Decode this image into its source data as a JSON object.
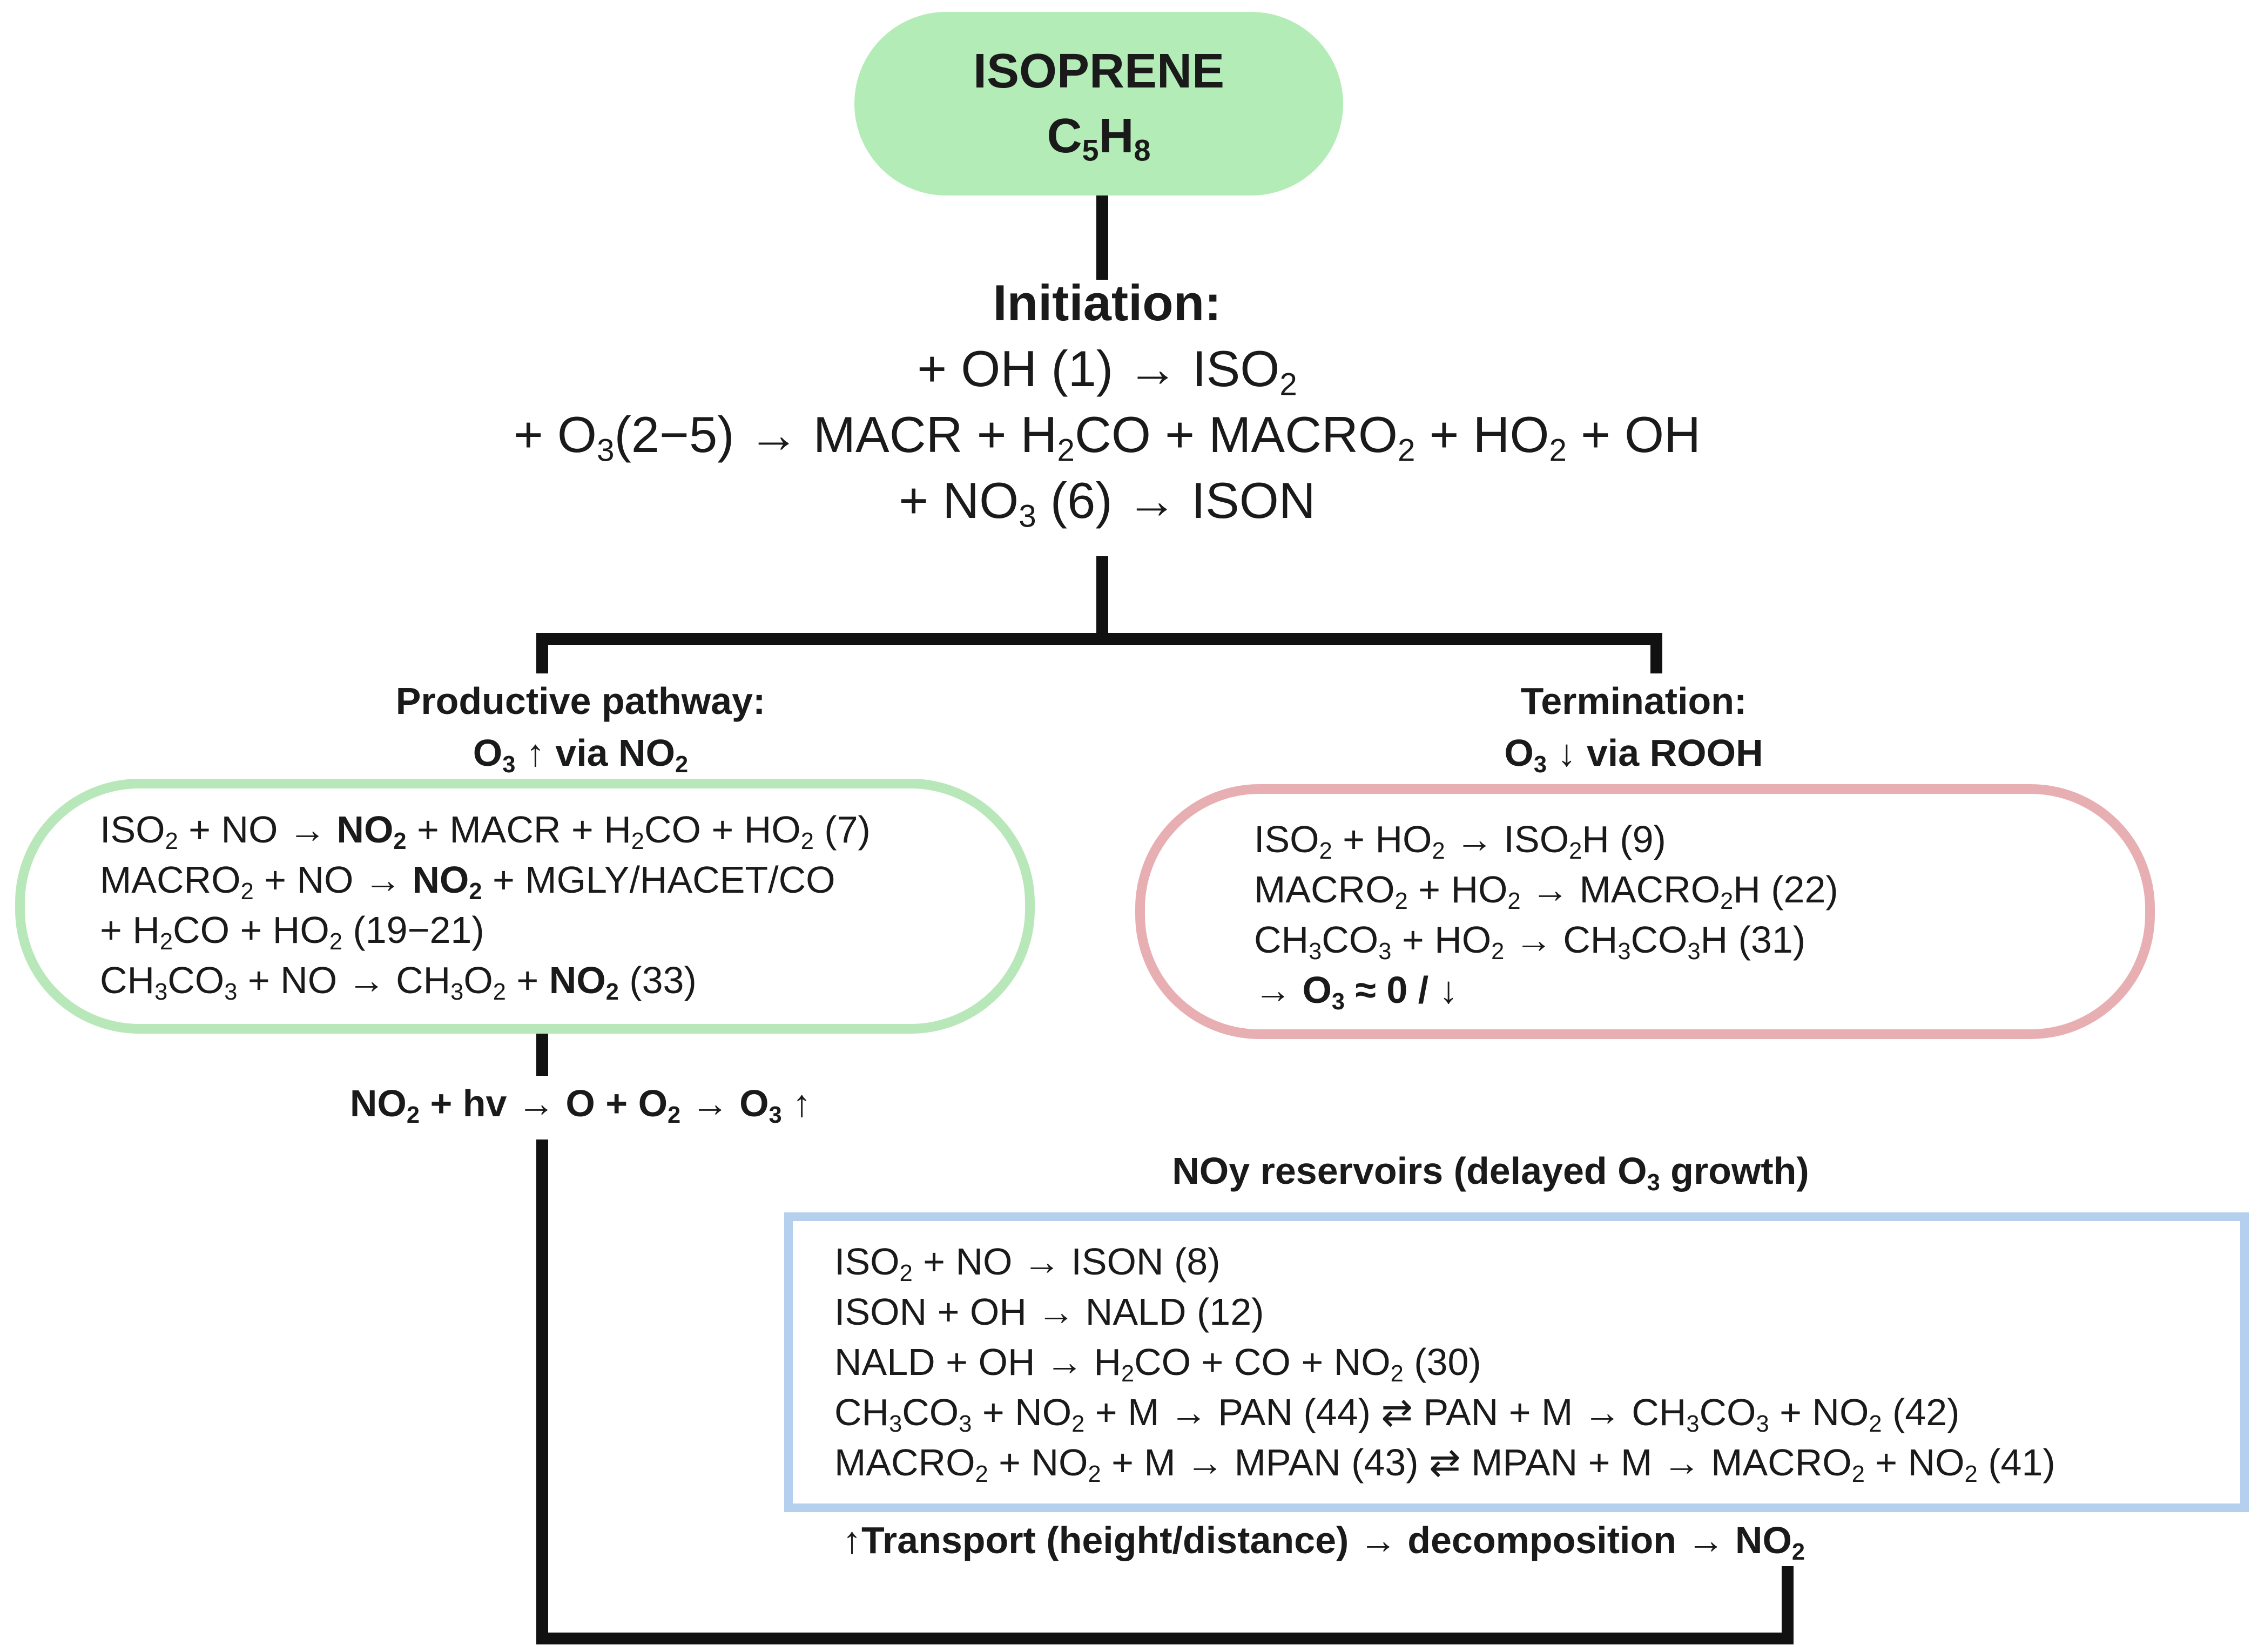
{
  "root": {
    "name": "ISOPRENE",
    "formula_c": "C",
    "formula_c_sub": "5",
    "formula_h": "H",
    "formula_h_sub": "8"
  },
  "initiation": {
    "header": "Initiation:",
    "line1": {
      "a": "+ OH  (1) → ISO",
      "s1": "2"
    },
    "line2": {
      "a": "+ O",
      "s1": "3",
      "b": "(2−5) → MACR + H",
      "s2": "2",
      "c": "CO + MACRO",
      "s3": "2",
      "d": " + HO",
      "s4": "2",
      "e": " + OH"
    },
    "line3": {
      "a": "+ NO",
      "s1": "3",
      "b": " (6) → ISON"
    }
  },
  "productive": {
    "title_line1": "Productive pathway:",
    "title_line2": {
      "a": "O",
      "s1": "3",
      "b": " ↑ via NO",
      "s2": "2"
    },
    "r1": {
      "a": "ISO",
      "s1": "2",
      "b": " + NO → ",
      "c": "NO",
      "s2": "2",
      "d": " + MACR + H",
      "s3": "2",
      "e": "CO + HO",
      "s4": "2",
      "f": "  (7)"
    },
    "r2": {
      "a": "MACRO",
      "s1": "2",
      "b": " + NO → ",
      "c": "NO",
      "s2": "2",
      "d": " + MGLY/HACET/CO"
    },
    "r3": {
      "a": "+ H",
      "s1": "2",
      "b": "CO + HO",
      "s2": "2",
      "c": " (19−21)"
    },
    "r4": {
      "a": "CH",
      "s1": "3",
      "b": "CO",
      "s2": "3",
      "c": " + NO → CH",
      "s3": "3",
      "d": "O",
      "s4": "2",
      "e": " + ",
      "f": "NO",
      "s5": "2",
      "g": "   (33)"
    }
  },
  "termination": {
    "title_line1": "Termination:",
    "title_line2": {
      "a": "O",
      "s1": "3",
      "b": " ↓ via ROOH"
    },
    "r1": {
      "a": "ISO",
      "s1": "2",
      "b": " + HO",
      "s2": "2",
      "c": " → ISO",
      "s3": "2",
      "d": "H    (9)"
    },
    "r2": {
      "a": "MACRO",
      "s1": "2",
      "b": " + HO",
      "s2": "2",
      "c": " → MACRO",
      "s3": "2",
      "d": "H  (22)"
    },
    "r3": {
      "a": "CH",
      "s1": "3",
      "b": "CO",
      "s2": "3",
      "c": " + HO",
      "s3": "2",
      "d": " → CH",
      "s4": "3",
      "e": "CO",
      "s5": "3",
      "f": "H    (31)"
    },
    "r4": {
      "a": "→ O",
      "s1": "3",
      "b": " ≈ 0 / ↓"
    }
  },
  "photolysis": {
    "a": "NO",
    "s1": "2",
    "b": " + hv → O + O",
    "s2": "2",
    "c": " → O",
    "s3": "3",
    "d": " ↑"
  },
  "noy": {
    "title": {
      "a": "NOy reservoirs (delayed O",
      "s1": "3",
      "b": " growth)"
    },
    "r1": {
      "a": "ISO",
      "s1": "2",
      "b": " + NO → ISON       (8)"
    },
    "r2": {
      "a": "ISON + OH → NALD    (12)"
    },
    "r3": {
      "a": "NALD + OH → H",
      "s1": "2",
      "b": "CO + CO + NO",
      "s2": "2",
      "c": "      (30)"
    },
    "r4": {
      "a": "CH",
      "s1": "3",
      "b": "CO",
      "s2": "3",
      "c": " + NO",
      "s3": "2",
      "d": " + M → PAN (44) ⇄ PAN + M → CH",
      "s4": "3",
      "e": "CO",
      "s5": "3",
      "f": " + NO",
      "s6": "2",
      "g": " (42)"
    },
    "r5": {
      "a": "MACRO",
      "s1": "2",
      "b": " + NO",
      "s2": "2",
      "c": " + M → MPAN   (43) ⇄ MPAN + M → MACRO",
      "s3": "2",
      "d": " + NO",
      "s4": "2",
      "e": " (41)"
    }
  },
  "transport": {
    "a": "↑Transport (height/distance) → decomposition → NO",
    "s1": "2"
  },
  "colors": {
    "root_fill": "#b3ecb6",
    "productive_border": "#b8e8b9",
    "termination_border": "#e8afb3",
    "noy_border": "#b5d0ee",
    "connector": "#111111"
  }
}
